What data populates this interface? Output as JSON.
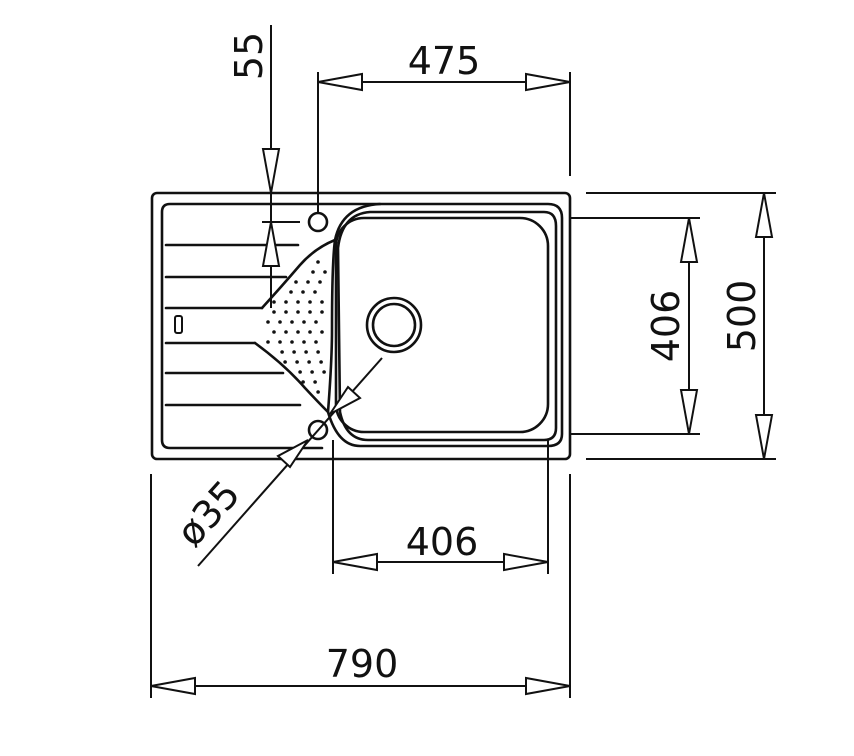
{
  "dimensions": {
    "overall_width": "790",
    "overall_depth": "500",
    "bowl_width": "406",
    "bowl_depth": "406",
    "tap_offset": "475",
    "tap_edge": "55",
    "tap_hole": "ø35"
  }
}
